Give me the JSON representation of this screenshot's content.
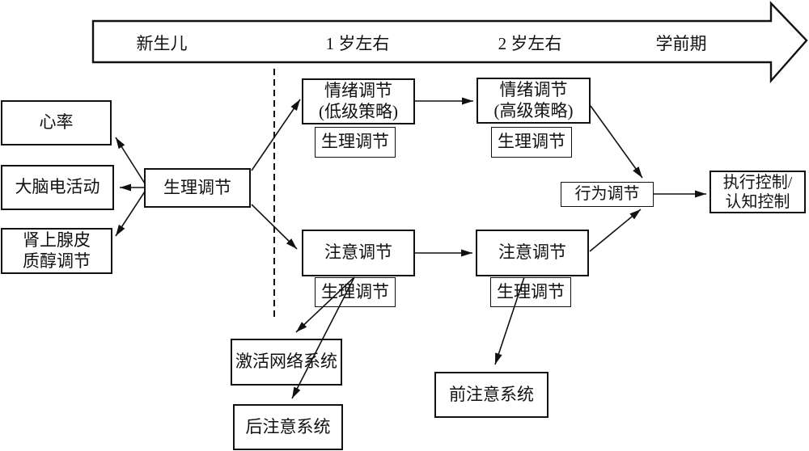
{
  "timeline": {
    "stage_labels": [
      "新生儿",
      "1 岁左右",
      "2 岁左右",
      "学前期"
    ]
  },
  "nodes": {
    "heart_rate": "心率",
    "brain_electrical_activity": "大脑电活动",
    "adrenal_cortisol_regulation": "肾上腺皮\n质醇调节",
    "physiological_regulation": "生理调节",
    "emotion_regulation_low_strategy": "情绪调节\n(低级策略)",
    "emotion_regulation_high_strategy": "情绪调节\n(高级策略)",
    "attention_regulation": "注意调节",
    "behavior_regulation": "行为调节",
    "executive_cognitive_control": "执行控制/\n认知控制",
    "activation_network_system": "激活网络系统",
    "posterior_attention_system": "后注意系统",
    "anterior_attention_system": "前注意系统"
  },
  "colors": {
    "ink": "#111111",
    "background": "#ffffff"
  }
}
